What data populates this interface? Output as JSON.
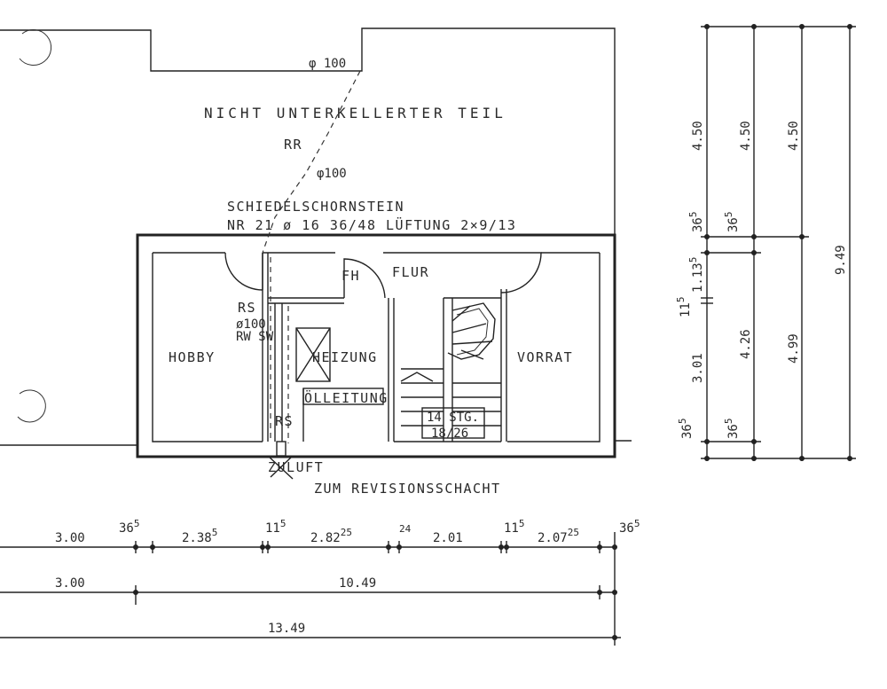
{
  "labels": {
    "nicht_unterkellert": "NICHT UNTERKELLERTER TEIL",
    "pipe_top": "φ 100",
    "rr": "RR",
    "pipe_mid": "φ100",
    "schornstein_title": "SCHIEDELSCHORNSTEIN",
    "schornstein_spec": "NR 21 ø 16   36/48 LÜFTUNG 2×9/13",
    "flur": "FLUR",
    "fh": "FH",
    "hobby": "HOBBY",
    "heizung": "HEIZUNG",
    "oelleitung": "ÖLLEITUNG",
    "vorrat": "VORRAT",
    "stg_count": "14 STG.",
    "stg_size": "18/26",
    "rs_upper": "RS",
    "rs_lower": "RS",
    "rw_sw": "RW SW",
    "pipe_small": "ø100",
    "zuluft": "ZULUFT",
    "revision": "ZUM REVISIONSSCHACHT"
  },
  "dims_horizontal": {
    "row1": [
      {
        "main": "3.00",
        "sup": ""
      },
      {
        "main": "36",
        "sup": "5"
      },
      {
        "main": "2.38",
        "sup": "5"
      },
      {
        "main": "11",
        "sup": "5"
      },
      {
        "main": "2.82",
        "sup": "25"
      },
      {
        "main": "",
        "sup": "24"
      },
      {
        "main": "2.01",
        "sup": ""
      },
      {
        "main": "11",
        "sup": "5"
      },
      {
        "main": "2.07",
        "sup": "25"
      },
      {
        "main": "36",
        "sup": "5"
      }
    ],
    "row2": [
      "3.00",
      "10.49"
    ],
    "row3": [
      "13.49"
    ]
  },
  "dims_vertical": {
    "col1": [
      {
        "main": "4.50",
        "sup": ""
      },
      {
        "main": "36",
        "sup": "5"
      },
      {
        "main": "1.13",
        "sup": "5"
      },
      {
        "main": "11",
        "sup": "5"
      },
      {
        "main": "3.01",
        "sup": ""
      },
      {
        "main": "36",
        "sup": "5"
      }
    ],
    "col2": [
      {
        "main": "4.50",
        "sup": ""
      },
      {
        "main": "36",
        "sup": "5"
      },
      {
        "main": "4.26",
        "sup": ""
      },
      {
        "main": "36",
        "sup": "5"
      }
    ],
    "col3": [
      "4.50",
      "4.99"
    ],
    "col4": [
      "9.49"
    ]
  }
}
